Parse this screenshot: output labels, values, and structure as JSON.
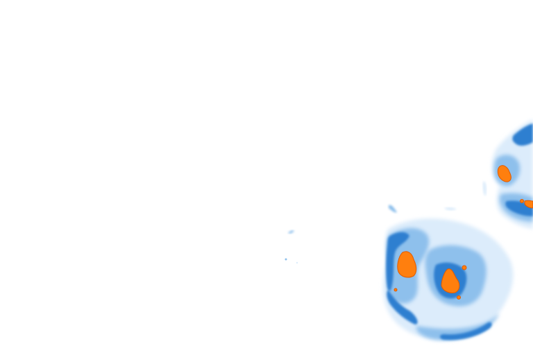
{
  "map": {
    "background": "#ffffff",
    "palette": {
      "low": "#dcecfb",
      "mid": "#8ec0ec",
      "high": "#2f7fd0",
      "peak": "#ff7f0e",
      "peak_edge": "#e05a00"
    },
    "layers": [
      {
        "name": "intensity-low",
        "color": "#dcecfb"
      },
      {
        "name": "intensity-mid",
        "color": "#8ec0ec"
      },
      {
        "name": "intensity-high",
        "color": "#2f7fd0"
      },
      {
        "name": "intensity-peak",
        "color": "#ff7f0e"
      }
    ]
  }
}
